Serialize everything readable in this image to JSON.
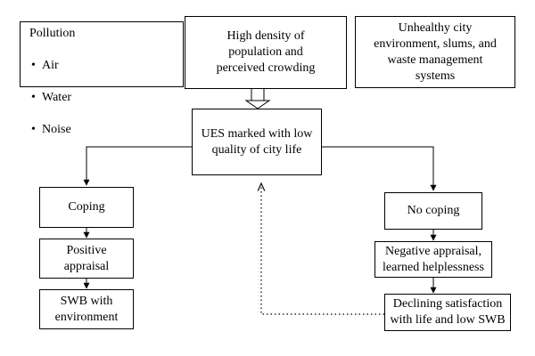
{
  "nodes": {
    "pollution": {
      "title": "Pollution",
      "items": [
        "Air",
        "Water",
        "Noise"
      ]
    },
    "density": "High density of\npopulation and\nperceived crowding",
    "unhealthy": "Unhealthy city\nenvironment, slums, and\nwaste management\nsystems",
    "ues": "UES marked with low\nquality of city life",
    "coping": "Coping",
    "positive": "Positive\nappraisal",
    "swb_env": "SWB with\nenvironment",
    "no_coping": "No coping",
    "negative": "Negative appraisal,\nlearned helplessness",
    "declining": "Declining satisfaction\nwith life and low SWB"
  },
  "colors": {
    "line": "#000000",
    "background": "#ffffff"
  }
}
